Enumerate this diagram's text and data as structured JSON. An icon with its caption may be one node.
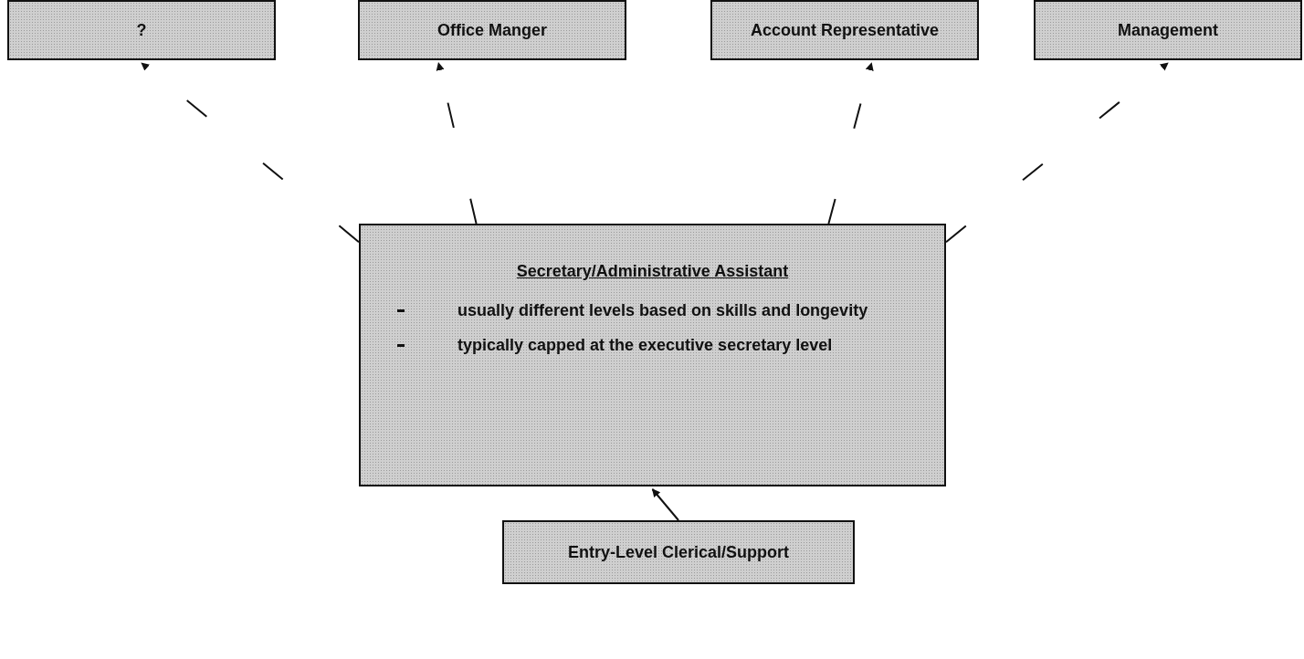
{
  "diagram": {
    "nodes": [
      {
        "text": [
          "?"
        ]
      },
      {
        "text": [
          "Office Manger"
        ]
      },
      {
        "text": [
          "Account Representative"
        ]
      },
      {
        "text": [
          "Management"
        ]
      },
      {
        "text": [
          "Secretary/Administrative Assistant",
          "usually different levels based on skills and longevity",
          "typically capped at the executive secretary level"
        ]
      },
      {
        "text": [
          "Entry-Level Clerical/Support"
        ]
      }
    ],
    "edges": [
      {
        "from": 4,
        "to": 0,
        "arrow": "to",
        "style": "dashed"
      },
      {
        "from": 4,
        "to": 1,
        "arrow": "to",
        "style": "dashed"
      },
      {
        "from": 4,
        "to": 2,
        "arrow": "to",
        "style": "dashed"
      },
      {
        "from": 4,
        "to": 3,
        "arrow": "to",
        "style": "dashed"
      },
      {
        "from": 5,
        "to": 4,
        "arrow": "to"
      }
    ]
  }
}
